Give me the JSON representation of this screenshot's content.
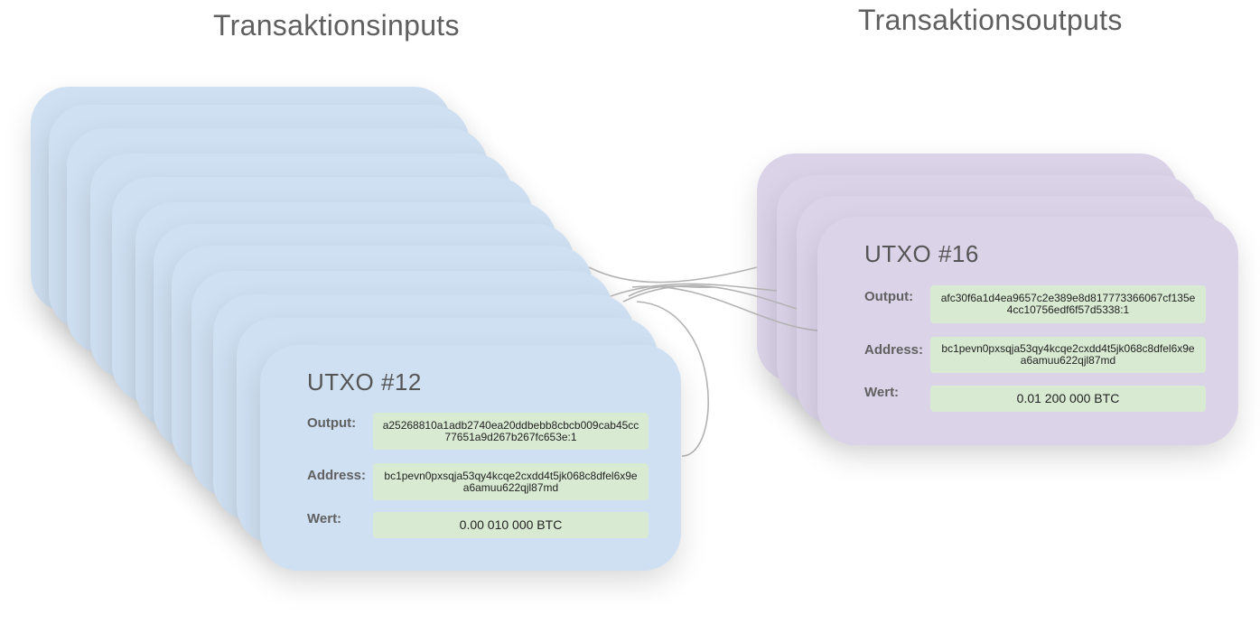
{
  "titles": {
    "inputs": "Transaktionsinputs",
    "outputs": "Transaktionsoutputs"
  },
  "labels": {
    "output": "Output:",
    "address": "Address:",
    "value": "Wert:"
  },
  "input_card": {
    "title": "UTXO #12",
    "output": "a25268810a1adb2740ea20ddbebb8cbcb009cab45cc77651a9d267b267fc653e:1",
    "address": "bc1pevn0pxsqja53qy4kcqe2cxdd4t5jk068c8dfel6x9ea6amuu622qjl87md",
    "value": "0.00 010 000 BTC"
  },
  "output_card": {
    "title": "UTXO #16",
    "output": "afc30f6a1d4ea9657c2e389e8d817773366067cf135e4cc10756edf6f57d5338:1",
    "address": "bc1pevn0pxsqja53qy4kcqe2cxdd4t5jk068c8dfel6x9ea6amuu622qjl87md",
    "value": "0.01 200 000 BTC"
  },
  "colors": {
    "input_card": "#cfe0f2",
    "output_card": "#dbd4e9",
    "value_box": "#d9ead3",
    "connector": "#b3b3b3"
  }
}
